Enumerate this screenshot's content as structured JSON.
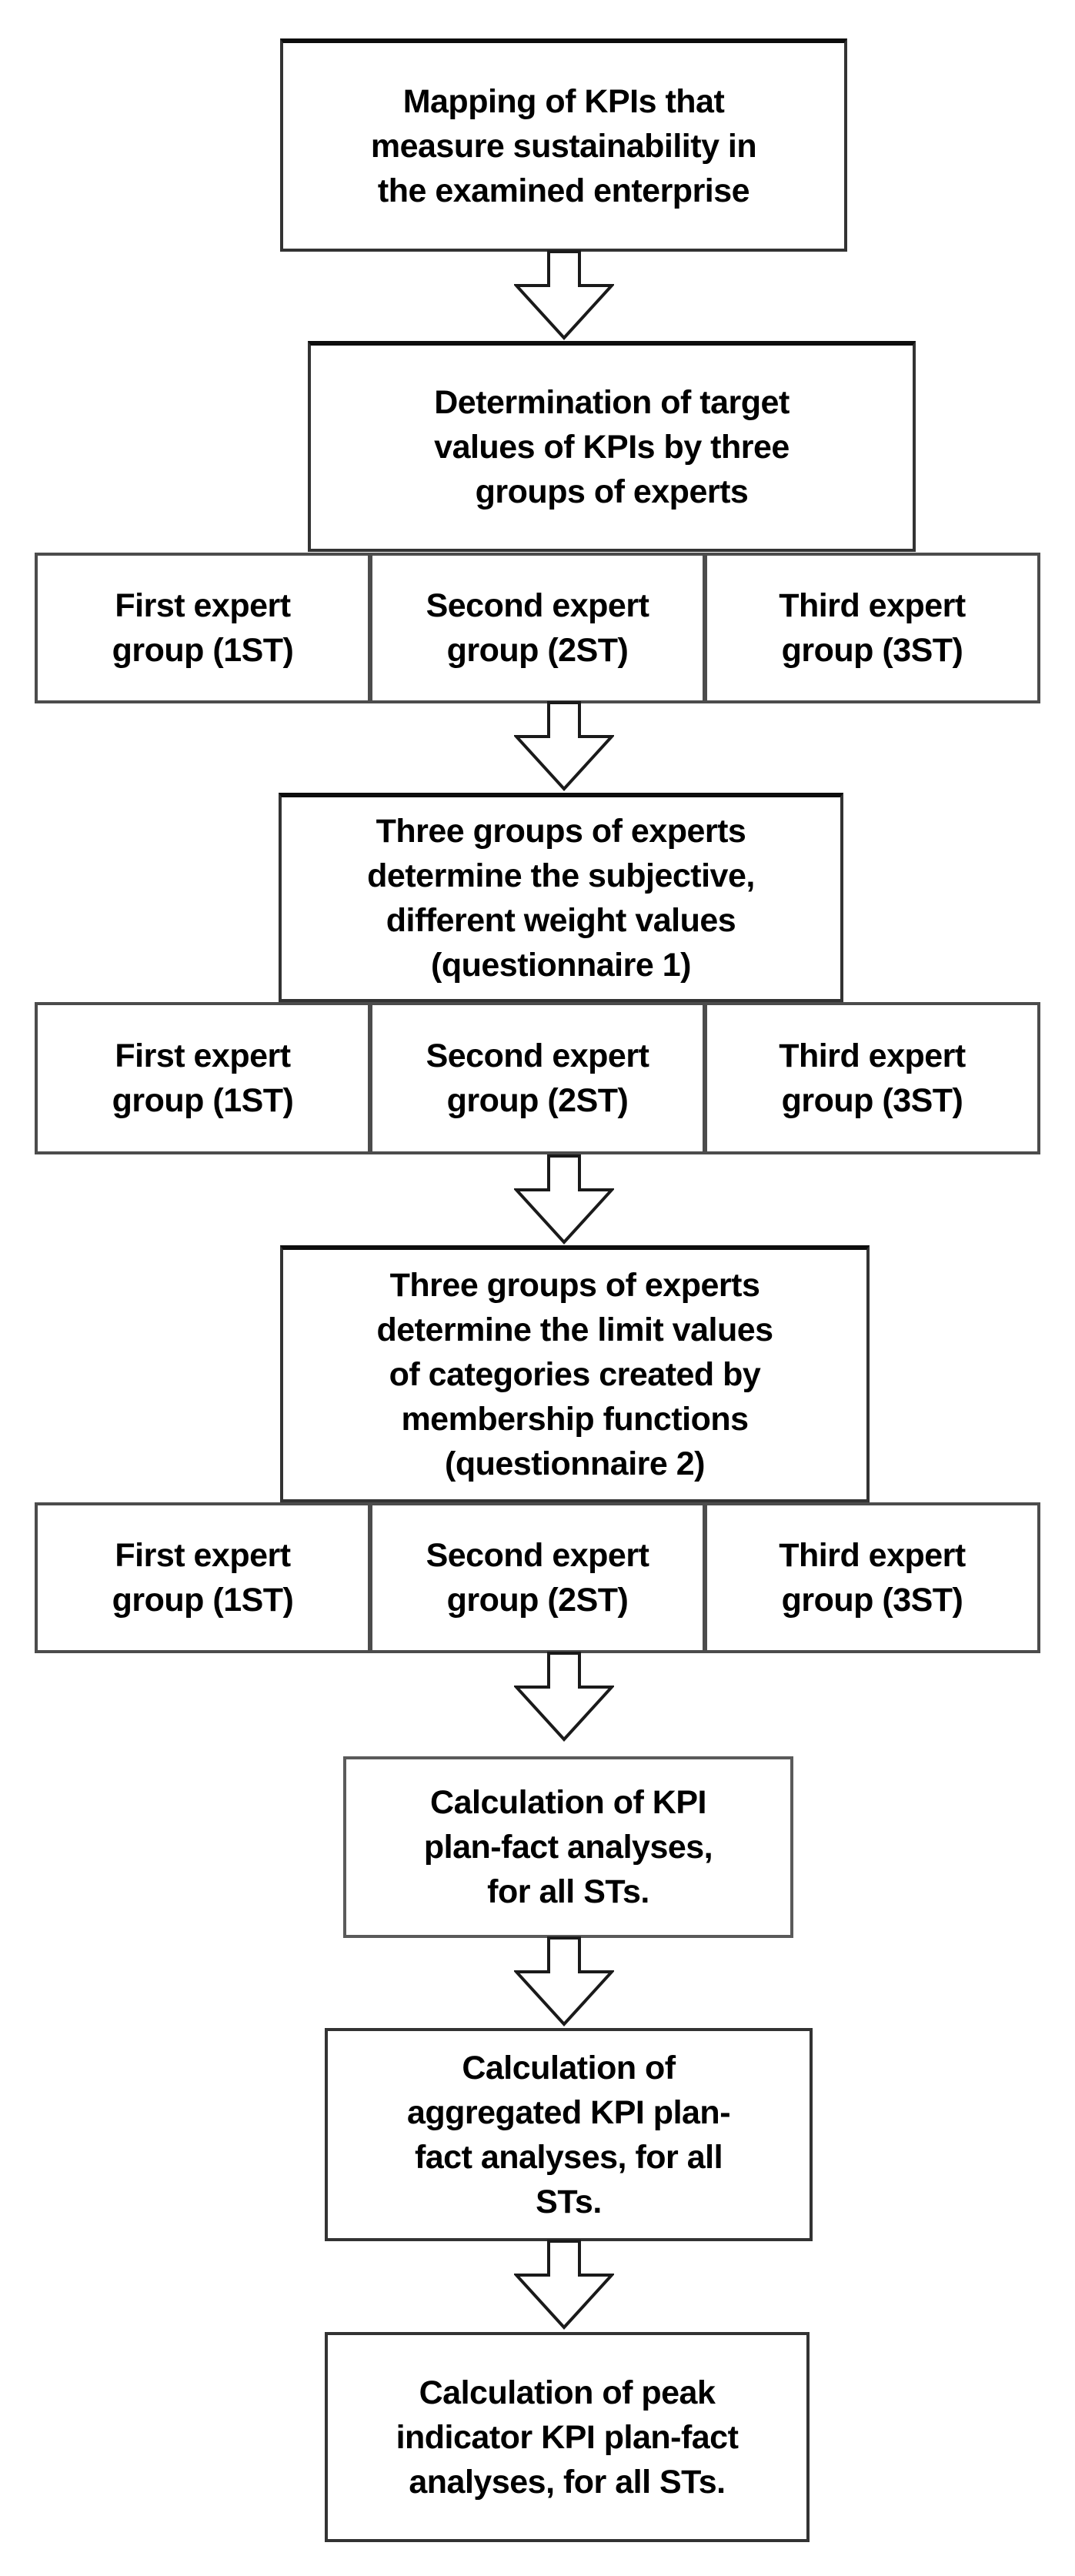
{
  "flow": {
    "boxes": {
      "mapping": {
        "lines": [
          "Mapping of KPIs that",
          "measure sustainability in",
          "the examined enterprise"
        ]
      },
      "target_values": {
        "lines": [
          "Determination of target",
          "values of KPIs by three",
          "groups of experts"
        ]
      },
      "questionnaire1": {
        "lines": [
          "Three groups of experts",
          "determine the subjective,",
          "different weight values",
          "(questionnaire 1)"
        ]
      },
      "questionnaire2": {
        "lines": [
          "Three groups of experts",
          "determine the limit values",
          "of categories created by",
          "membership functions",
          "(questionnaire 2)"
        ]
      },
      "calc_kpi": {
        "lines": [
          "Calculation of KPI",
          "plan-fact analyses,",
          "for all STs."
        ]
      },
      "calc_aggregated": {
        "lines": [
          "Calculation of",
          "aggregated KPI plan-",
          "fact analyses, for all",
          "STs."
        ]
      },
      "calc_peak": {
        "lines": [
          "Calculation of peak",
          "indicator KPI plan-fact",
          "analyses, for all STs."
        ]
      }
    },
    "expert_groups": [
      {
        "lines": [
          "First expert",
          "group (1ST)"
        ]
      },
      {
        "lines": [
          "Second expert",
          "group (2ST)"
        ]
      },
      {
        "lines": [
          "Third expert",
          "group (3ST)"
        ]
      }
    ],
    "arrow_icon": "hollow-down-arrow"
  },
  "colors": {
    "box_border": "#333333",
    "cell_border": "#4c4c4c",
    "arrow_outline": "#1a1a1a",
    "text_color": "#000000",
    "bg": "#ffffff"
  }
}
